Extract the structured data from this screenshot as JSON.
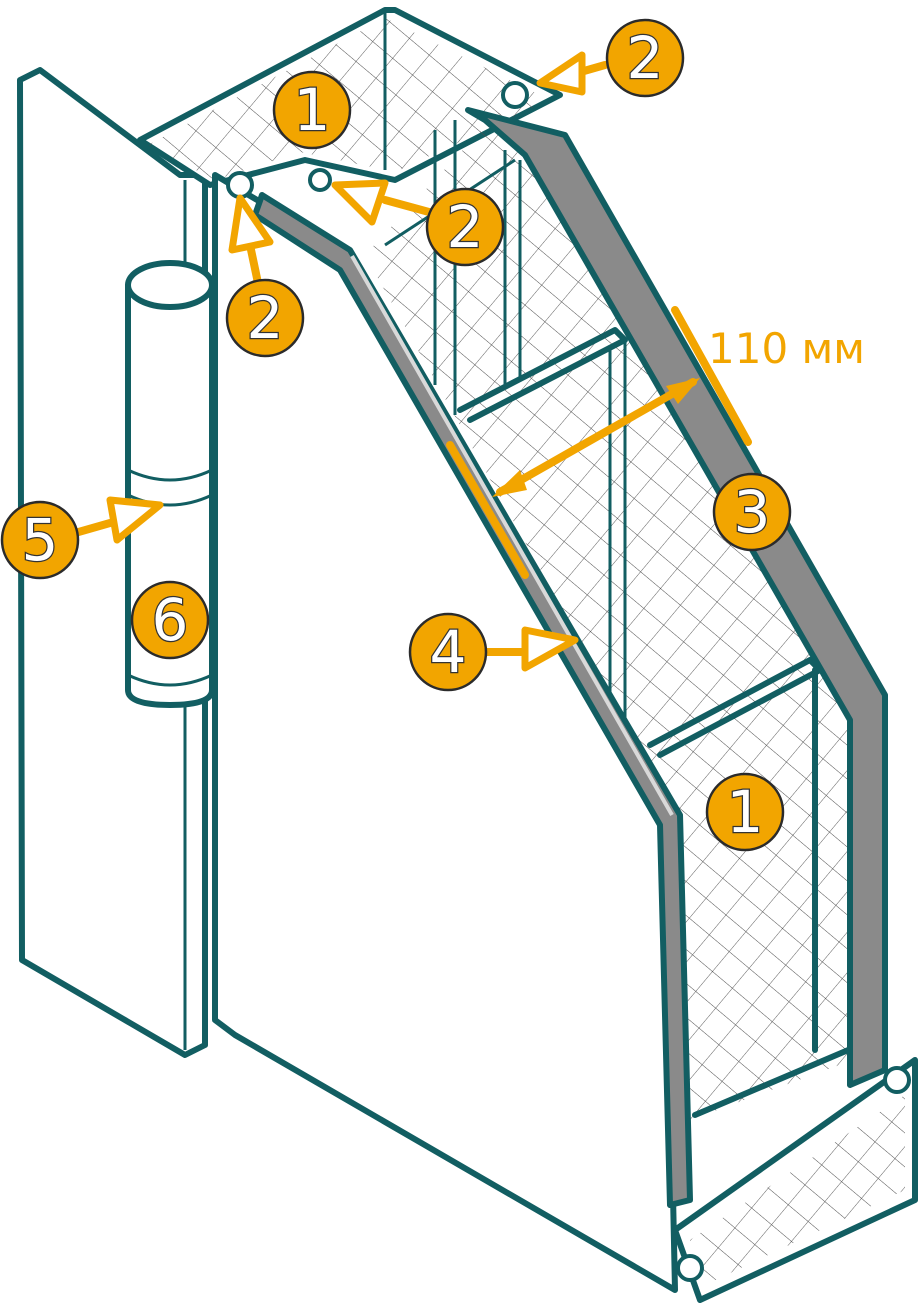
{
  "callouts": [
    {
      "label": "1"
    },
    {
      "label": "2"
    },
    {
      "label": "2"
    },
    {
      "label": "2"
    },
    {
      "label": "3"
    },
    {
      "label": "4"
    },
    {
      "label": "5"
    },
    {
      "label": "6"
    },
    {
      "label": "1"
    }
  ],
  "dimension": {
    "label": "110 мм"
  },
  "colors": {
    "accent": "#f2a500",
    "outline": "#125e62",
    "steel": "#8a8a8a"
  }
}
